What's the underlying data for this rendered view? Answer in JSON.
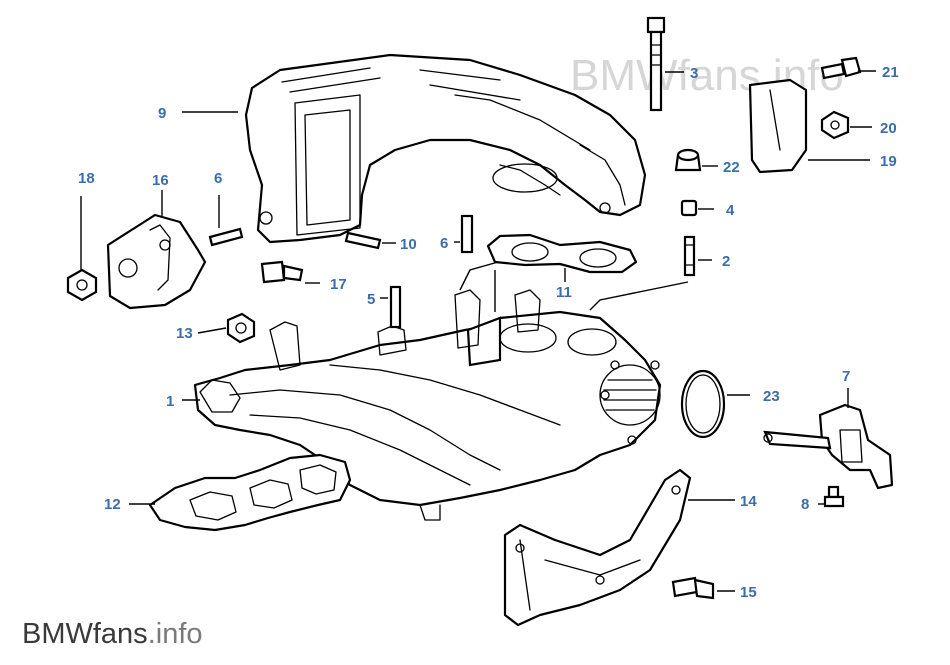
{
  "watermark": {
    "top": "BMWfans.info",
    "bottom_main": "BMWfans",
    "bottom_suffix": ".info"
  },
  "callouts": {
    "c1": "1",
    "c2": "2",
    "c3": "3",
    "c4": "4",
    "c5": "5",
    "c6a": "6",
    "c6b": "6",
    "c7": "7",
    "c8": "8",
    "c9": "9",
    "c10": "10",
    "c11": "11",
    "c12": "12",
    "c13": "13",
    "c14": "14",
    "c15": "15",
    "c16": "16",
    "c17": "17",
    "c18": "18",
    "c19": "19",
    "c20": "20",
    "c21": "21",
    "c22": "22",
    "c23": "23"
  },
  "colors": {
    "callout": "#3b6ea8",
    "line": "#000000",
    "watermark_light": "#d6d6d6",
    "watermark_dark": "#3a3a3a"
  }
}
